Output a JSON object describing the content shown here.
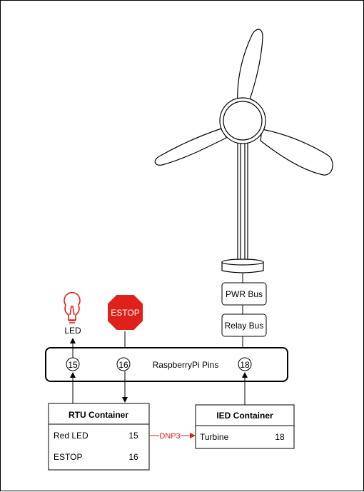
{
  "led": {
    "label": "LED",
    "pin": "15"
  },
  "estop": {
    "label": "ESTOP",
    "pin": "16"
  },
  "raspberry_pi": {
    "label": "RaspberryPi Pins",
    "pins": [
      "15",
      "16",
      "18"
    ]
  },
  "pwr_bus": {
    "label": "PWR Bus"
  },
  "relay_bus": {
    "label": "Relay Bus"
  },
  "rtu": {
    "title": "RTU Container",
    "rows": [
      {
        "name": "Red LED",
        "pin": "15"
      },
      {
        "name": "ESTOP",
        "pin": "16"
      }
    ]
  },
  "ied": {
    "title": "IED Container",
    "rows": [
      {
        "name": "Turbine",
        "pin": "18"
      }
    ]
  },
  "link": {
    "label": "DNP3",
    "color": "#e0201b"
  },
  "colors": {
    "stop_sign": "#e0201b",
    "led_icon": "#e0201b",
    "line": "#000000"
  }
}
